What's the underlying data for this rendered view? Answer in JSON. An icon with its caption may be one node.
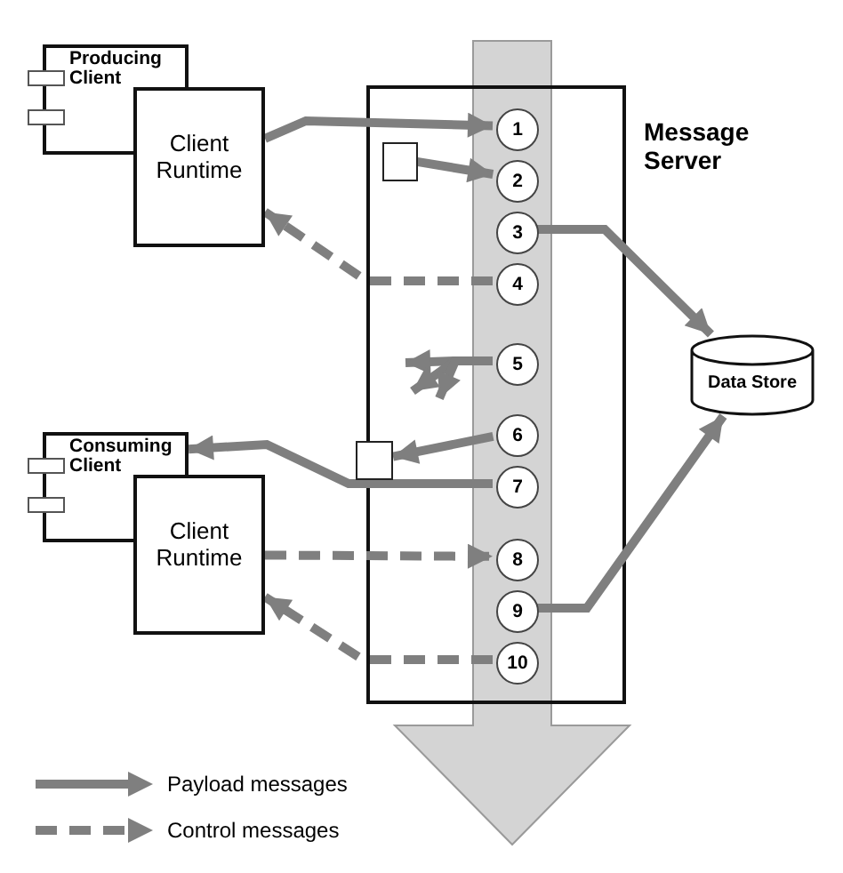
{
  "diagram": {
    "nodes": [
      {
        "text": [
          "Message Server"
        ]
      },
      {
        "text": [
          "Producing Client"
        ]
      },
      {
        "text": [
          "Client Runtime"
        ]
      },
      {
        "text": [
          "Consuming Client"
        ]
      },
      {
        "text": [
          "Client Runtime"
        ]
      },
      {
        "text": [
          "Data Store"
        ]
      },
      {
        "text": [
          "1"
        ],
        "in": 0
      },
      {
        "text": [
          "2"
        ],
        "in": 0
      },
      {
        "text": [
          "3"
        ],
        "in": 0
      },
      {
        "text": [
          "4"
        ],
        "in": 0
      },
      {
        "text": [
          "5"
        ],
        "in": 0
      },
      {
        "text": [
          "6"
        ],
        "in": 0
      },
      {
        "text": [
          "7"
        ],
        "in": 0
      },
      {
        "text": [
          "8"
        ],
        "in": 0
      },
      {
        "text": [
          "9"
        ],
        "in": 0
      },
      {
        "text": [
          "10"
        ],
        "in": 0
      },
      {
        "text": [],
        "shape": "box",
        "in": 0
      },
      {
        "text": [],
        "shape": "box"
      }
    ],
    "edges": [
      {
        "from": 2,
        "to": 6,
        "arrow": "to"
      },
      {
        "from": 16,
        "to": 7,
        "arrow": "to"
      },
      {
        "from": 8,
        "to": 5,
        "arrow": "to"
      },
      {
        "from": 9,
        "to": 2,
        "arrow": "to",
        "style": "dashed"
      },
      {
        "from": 10,
        "to": null,
        "arrow": "to"
      },
      {
        "from": 10,
        "to": null,
        "arrow": "to"
      },
      {
        "from": 10,
        "to": null,
        "arrow": "to"
      },
      {
        "from": 11,
        "to": 17,
        "arrow": "to"
      },
      {
        "from": 12,
        "to": 3,
        "arrow": "to"
      },
      {
        "from": 4,
        "to": 13,
        "arrow": "to",
        "style": "dashed"
      },
      {
        "from": 14,
        "to": 5,
        "arrow": "to"
      },
      {
        "from": 15,
        "to": 4,
        "arrow": "to",
        "style": "dashed"
      }
    ],
    "legend": [
      {
        "text": "Payload messages"
      },
      {
        "text": "Control messages"
      }
    ]
  }
}
